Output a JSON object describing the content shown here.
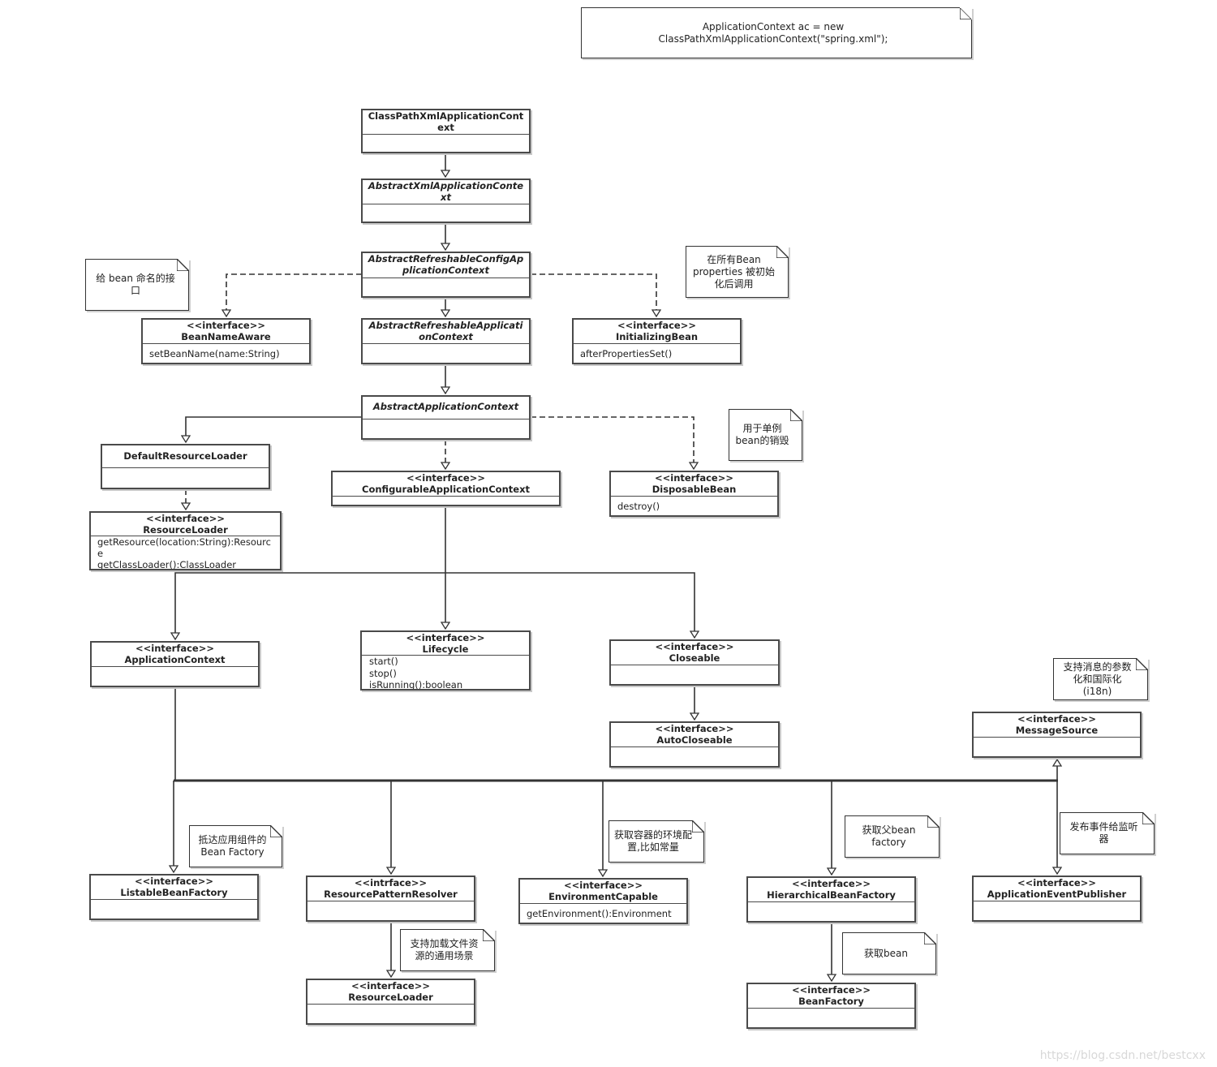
{
  "top_note": "ApplicationContext ac = new ClassPathXmlApplicationContext(\"spring.xml\");",
  "classes": {
    "classpath_xml_app_ctx": "ClassPathXmlApplicationContext",
    "abstract_xml_app_ctx": "AbstractXmlApplicationContext",
    "abstract_refreshable_config_app_ctx": "AbstractRefreshableConfigApplicationContext",
    "abstract_refreshable_app_ctx": "AbstractRefreshableApplicationContext",
    "abstract_app_ctx": "AbstractApplicationContext",
    "default_resource_loader": "DefaultResourceLoader"
  },
  "stereotypes": {
    "interface": "<<interface>>",
    "intrface": "<<intrface>>"
  },
  "interfaces": {
    "bean_name_aware": {
      "name": "BeanNameAware",
      "methods": [
        "setBeanName(name:String)"
      ]
    },
    "initializing_bean": {
      "name": "InitializingBean",
      "methods": [
        "afterPropertiesSet()"
      ]
    },
    "configurable_app_ctx": {
      "name": "ConfigurableApplicationContext"
    },
    "disposable_bean": {
      "name": "DisposableBean",
      "methods": [
        "destroy()"
      ]
    },
    "resource_loader_top": {
      "name": "ResourceLoader",
      "methods": [
        "getResource(location:String):Resource",
        "getClassLoader():ClassLoader"
      ]
    },
    "application_context": {
      "name": "ApplicationContext"
    },
    "lifecycle": {
      "name": "Lifecycle",
      "methods": [
        "start()",
        "stop()",
        "isRunning():boolean"
      ]
    },
    "closeable": {
      "name": "Closeable"
    },
    "auto_closeable": {
      "name": "AutoCloseable"
    },
    "message_source": {
      "name": "MessageSource"
    },
    "listable_bean_factory": {
      "name": "ListableBeanFactory"
    },
    "resource_pattern_resolver": {
      "name": "ResourcePatternResolver"
    },
    "environment_capable": {
      "name": "EnvironmentCapable",
      "methods": [
        "getEnvironment():Environment"
      ]
    },
    "hierarchical_bean_factory": {
      "name": "HierarchicalBeanFactory"
    },
    "app_event_publisher": {
      "name": "ApplicationEventPublisher"
    },
    "resource_loader_bottom": {
      "name": "ResourceLoader"
    },
    "bean_factory": {
      "name": "BeanFactory"
    }
  },
  "notes": {
    "bean_name": "给 bean 命名的接口",
    "after_props": "在所有Bean properties 被初始化后调用",
    "destroy": "用于单例 bean的销毁",
    "i18n": "支持消息的参数化和国际化(i18n)",
    "bean_factory": "抵达应用组件的 Bean Factory",
    "env": "获取容器的环境配置,比如常量",
    "parent_factory": "获取父bean factory",
    "event": "发布事件给监听器",
    "file_res": "支持加载文件资源的通用场景",
    "get_bean": "获取bean"
  },
  "watermark": "https://blog.csdn.net/bestcxx"
}
